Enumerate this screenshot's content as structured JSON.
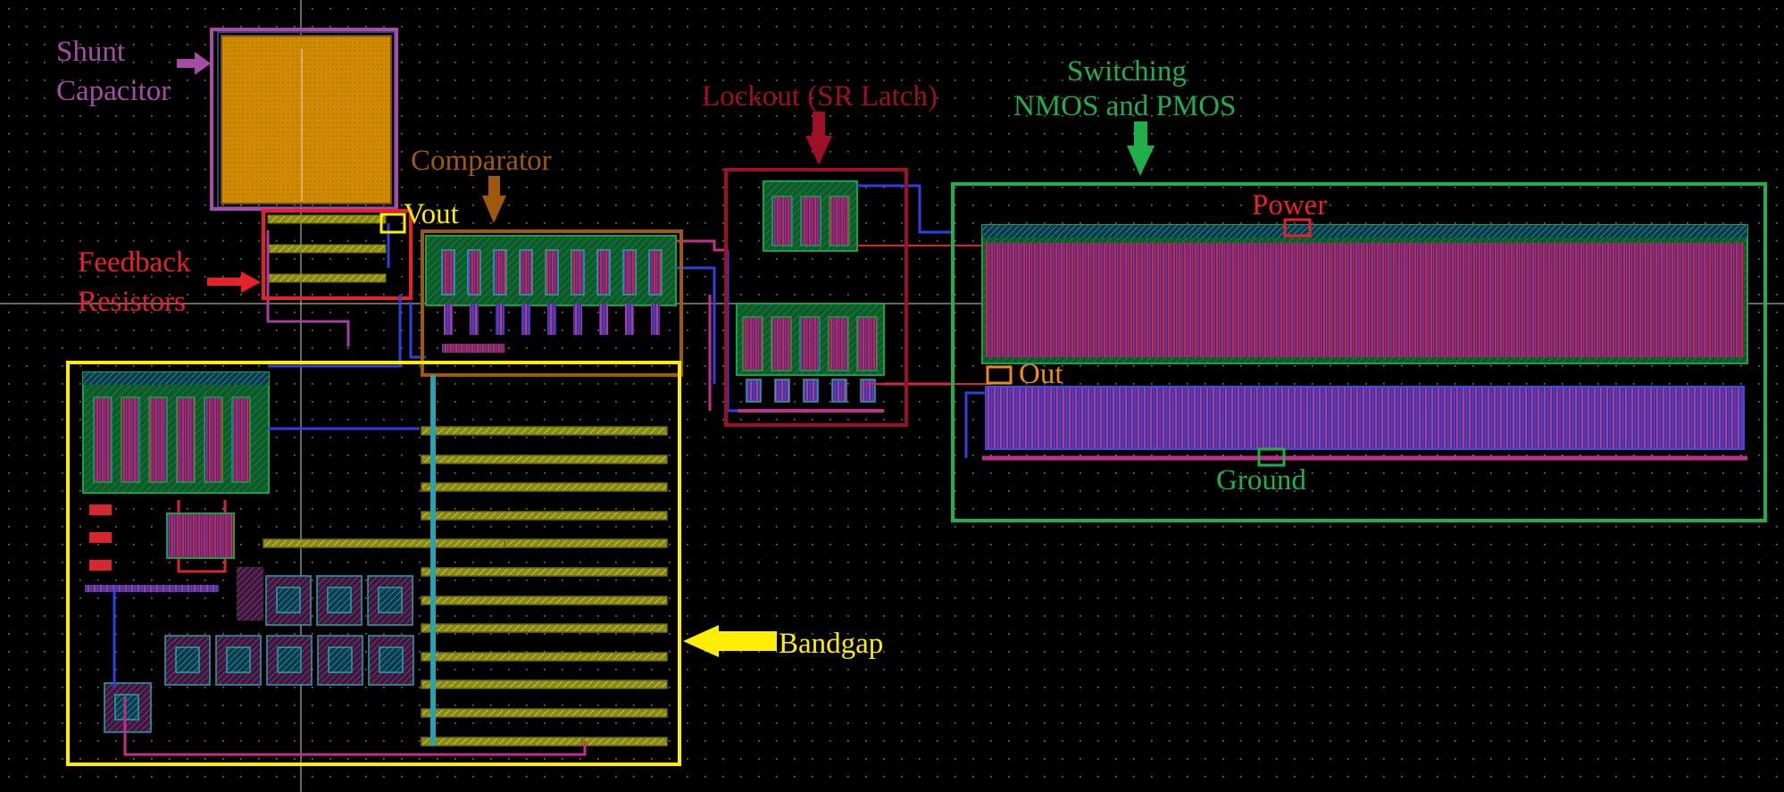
{
  "labels": {
    "shunt_line1": "Shunt",
    "shunt_line2": "Capacitor",
    "feedback_line1": "Feedback",
    "feedback_line2": "Resistors",
    "vout": "Vout",
    "comparator": "Comparator",
    "lockout": "Lockout (SR Latch)",
    "switching_line1": "Switching",
    "switching_line2": "NMOS and PMOS",
    "power": "Power",
    "out": "Out",
    "ground": "Ground",
    "bandgap": "Bandgap"
  },
  "colors": {
    "background": "#000000",
    "shunt": "#a64ca6",
    "feedback": "#e8202a",
    "vout": "#ffee00",
    "comparator": "#a0580c",
    "lockout": "#9c0f25",
    "switching": "#20b04a",
    "power": "#e8202a",
    "out": "#f08a1e",
    "ground": "#20b04a",
    "bandgap": "#ffee00"
  },
  "icons": {
    "shunt_arrow": "arrow-right-icon",
    "feedback_arrow": "arrow-right-icon",
    "comparator_arrow": "arrow-down-icon",
    "lockout_arrow": "arrow-down-icon",
    "switching_arrow": "arrow-down-icon",
    "bandgap_arrow": "arrow-left-icon"
  }
}
